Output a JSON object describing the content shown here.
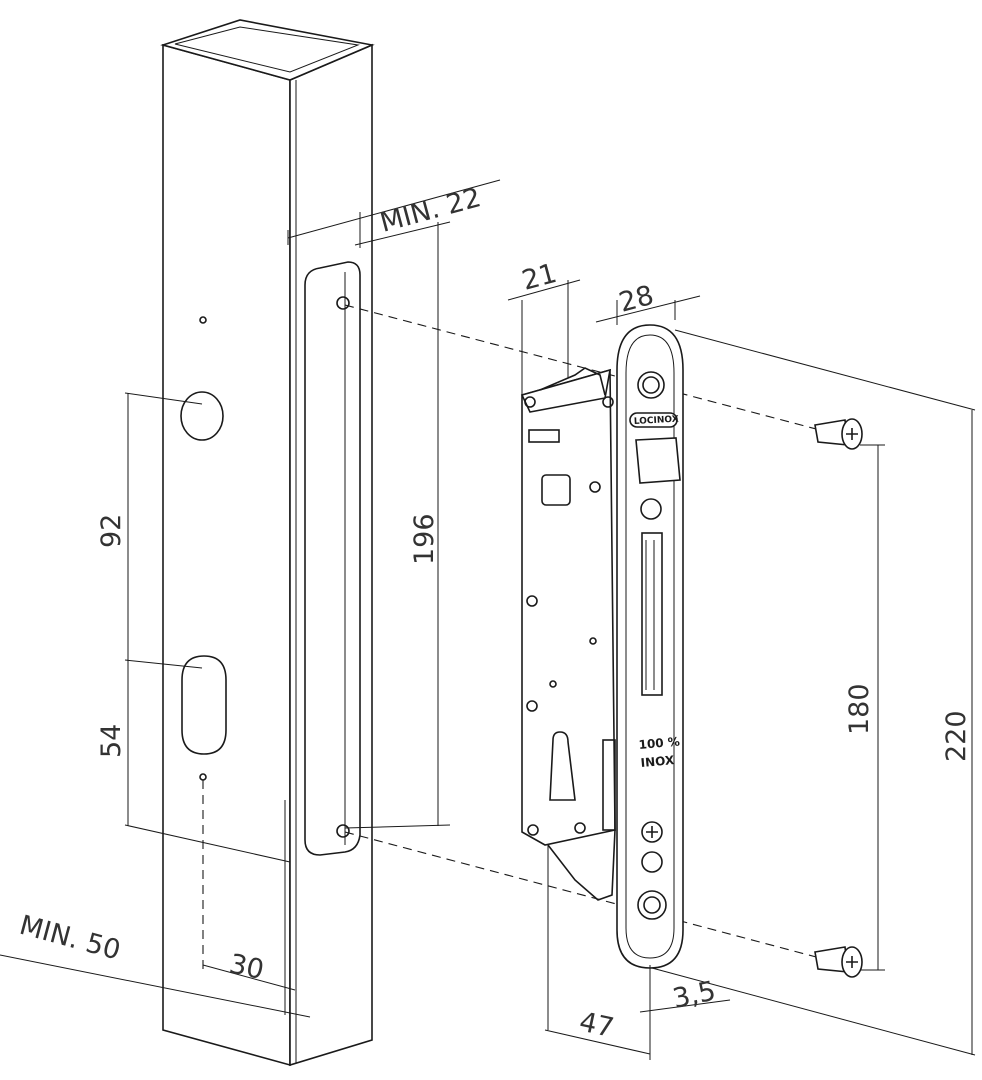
{
  "drawing": {
    "dimensions": {
      "min_22": "MIN. 22",
      "d196": "196",
      "d92": "92",
      "d54": "54",
      "min_50": "MIN. 50",
      "d30": "30",
      "d21": "21",
      "d28": "28",
      "d180": "180",
      "d220": "220",
      "d47": "47",
      "d3_5": "3,5"
    },
    "faceplate": {
      "brand": "LOCINOX",
      "label_line1": "100 %",
      "label_line2": "INOX"
    }
  }
}
